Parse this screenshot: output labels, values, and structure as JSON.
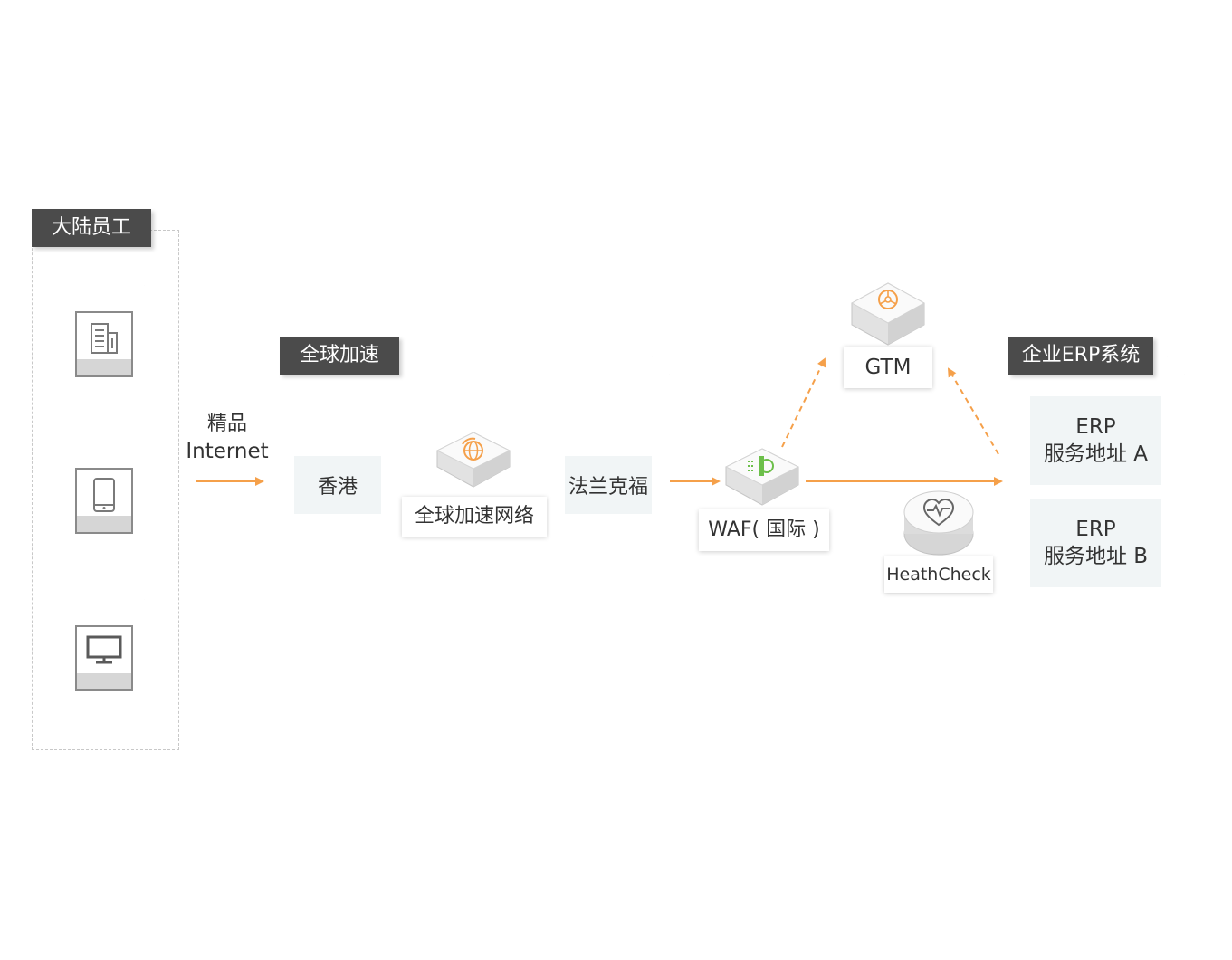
{
  "colors": {
    "accent": "#f5a04a",
    "tag_bg": "#4b4b4b",
    "region_bg": "#f1f5f6",
    "device_gray": "#8a8a8a",
    "icon_green": "#6cbf4a"
  },
  "employees": {
    "title": "大陆员工",
    "devices": [
      {
        "icon": "building-icon"
      },
      {
        "icon": "phone-icon"
      },
      {
        "icon": "monitor-icon"
      }
    ]
  },
  "internet": {
    "line1": "精品",
    "line2": "Internet"
  },
  "acceleration": {
    "title": "全球加速",
    "region_left": "香港",
    "network_label": "全球加速网络",
    "network_icon": "global-acceleration-icon",
    "region_right": "法兰克福"
  },
  "waf": {
    "label": "WAF( 国际 )",
    "icon": "waf-shield-icon"
  },
  "gtm": {
    "label": "GTM",
    "icon": "gtm-icon"
  },
  "healthcheck": {
    "label": "HeathCheck",
    "icon": "heart-pulse-icon"
  },
  "erp": {
    "title": "企业ERP系统",
    "service_a": {
      "line1": "ERP",
      "line2": "服务地址 A"
    },
    "service_b": {
      "line1": "ERP",
      "line2": "服务地址 B"
    }
  }
}
